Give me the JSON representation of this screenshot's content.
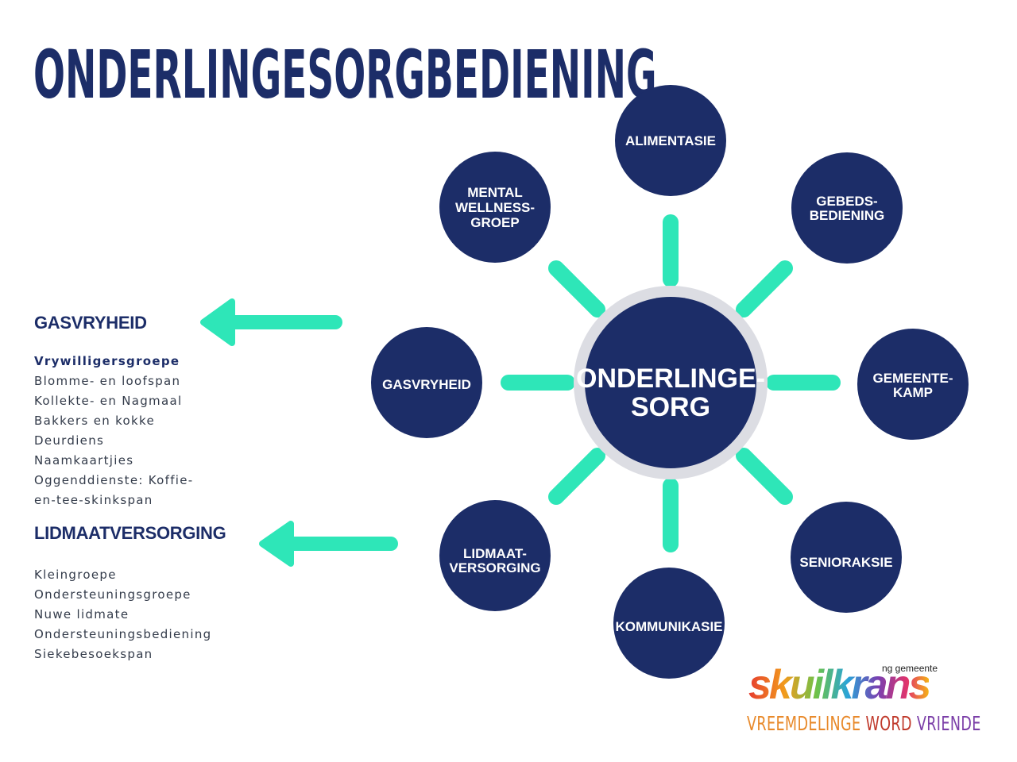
{
  "title": "ONDERLINGESORGBEDIENING",
  "center": {
    "line1": "ONDERLINGE-",
    "line2": "SORG"
  },
  "nodes": {
    "alimentasie": [
      "ALIMENTASIE"
    ],
    "gebedsbediening": [
      "GEBEDS-",
      "BEDIENING"
    ],
    "gemeentekamp": [
      "GEMEENTE-",
      "KAMP"
    ],
    "senioraksie": [
      "SENIORAKSIE"
    ],
    "kommunikasie": [
      "KOMMUNIKASIE"
    ],
    "lidmaatversorging": [
      "LIDMAAT-",
      "VERSORGING"
    ],
    "gasvryheid": [
      "GASVRYHEID"
    ],
    "mental_wellness": [
      "MENTAL",
      "WELLNESS-",
      "GROEP"
    ]
  },
  "sections": [
    {
      "heading": "GASVRYHEID",
      "items": [
        "Vrywilligersgroepe",
        "Blomme- en loofspan",
        "Kollekte- en Nagmaal",
        "Bakkers en kokke",
        "Deurdiens",
        "Naamkaartjies",
        "Oggenddienste: Koffie-",
        "en-tee-skinkspan"
      ]
    },
    {
      "heading": "LIDMAATVERSORGING",
      "items": [
        "Kleingroepe",
        "Ondersteuningsgroepe",
        "Nuwe lidmate",
        "Ondersteuningsbediening",
        "Siekebesoekspan"
      ]
    }
  ],
  "logo": {
    "small": "ng gemeente",
    "word": "skuilkrans",
    "tagline": [
      "VREEMDELINGE",
      "WORD",
      "VRIENDE"
    ]
  },
  "colors": {
    "navy": "#1c2d68",
    "accent": "#2ee6b8",
    "ring": "#dcdde3"
  },
  "icons": [
    "arrow-left-icon"
  ]
}
